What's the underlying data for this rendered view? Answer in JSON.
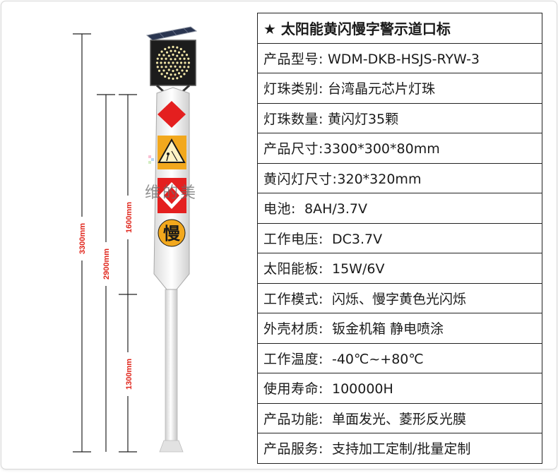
{
  "title": "★ 太阳能黄闪慢字警示道口标",
  "specs": [
    {
      "label": "产品型号:",
      "value": " WDM-DKB-HSJS-RYW-3"
    },
    {
      "label": "灯珠类别:",
      "value": " 台湾晶元芯片灯珠"
    },
    {
      "label": "灯珠数量:",
      "value": " 黄闪灯35颗"
    },
    {
      "label": "产品尺寸:",
      "value": "3300*300*80mm"
    },
    {
      "label": "黄闪灯尺寸:",
      "value": "320*320mm"
    },
    {
      "label": "电池:",
      "value": "  8AH/3.7V"
    },
    {
      "label": "工作电压:",
      "value": "  DC3.7V"
    },
    {
      "label": "太阳能板:",
      "value": "  15W/6V"
    },
    {
      "label": "工作模式:",
      "value": "  闪烁、慢字黄色光闪烁"
    },
    {
      "label": "外壳材质:",
      "value": "  钣金机箱 静电喷涂"
    },
    {
      "label": "工作温度:",
      "value": "  -40℃~+80℃"
    },
    {
      "label": "使用寿命:",
      "value": "  100000H"
    },
    {
      "label": "产品功能:",
      "value": "  单面发光、菱形反光膜"
    },
    {
      "label": "产品服务:",
      "value": "  支持加工定制/批量定制"
    }
  ],
  "dimensions": {
    "total": "3300mm",
    "sign_top": "2900mm",
    "panel": "1600mm",
    "pole": "1300mm"
  },
  "sign": {
    "slow_char": "慢",
    "watermark": "维的美"
  },
  "colors": {
    "dimension_red": "#e0261c",
    "diamond_red": "#e41f1f",
    "amber": "#f2a81d",
    "led_dark": "#1c1c1c",
    "pole": "#ececec"
  }
}
